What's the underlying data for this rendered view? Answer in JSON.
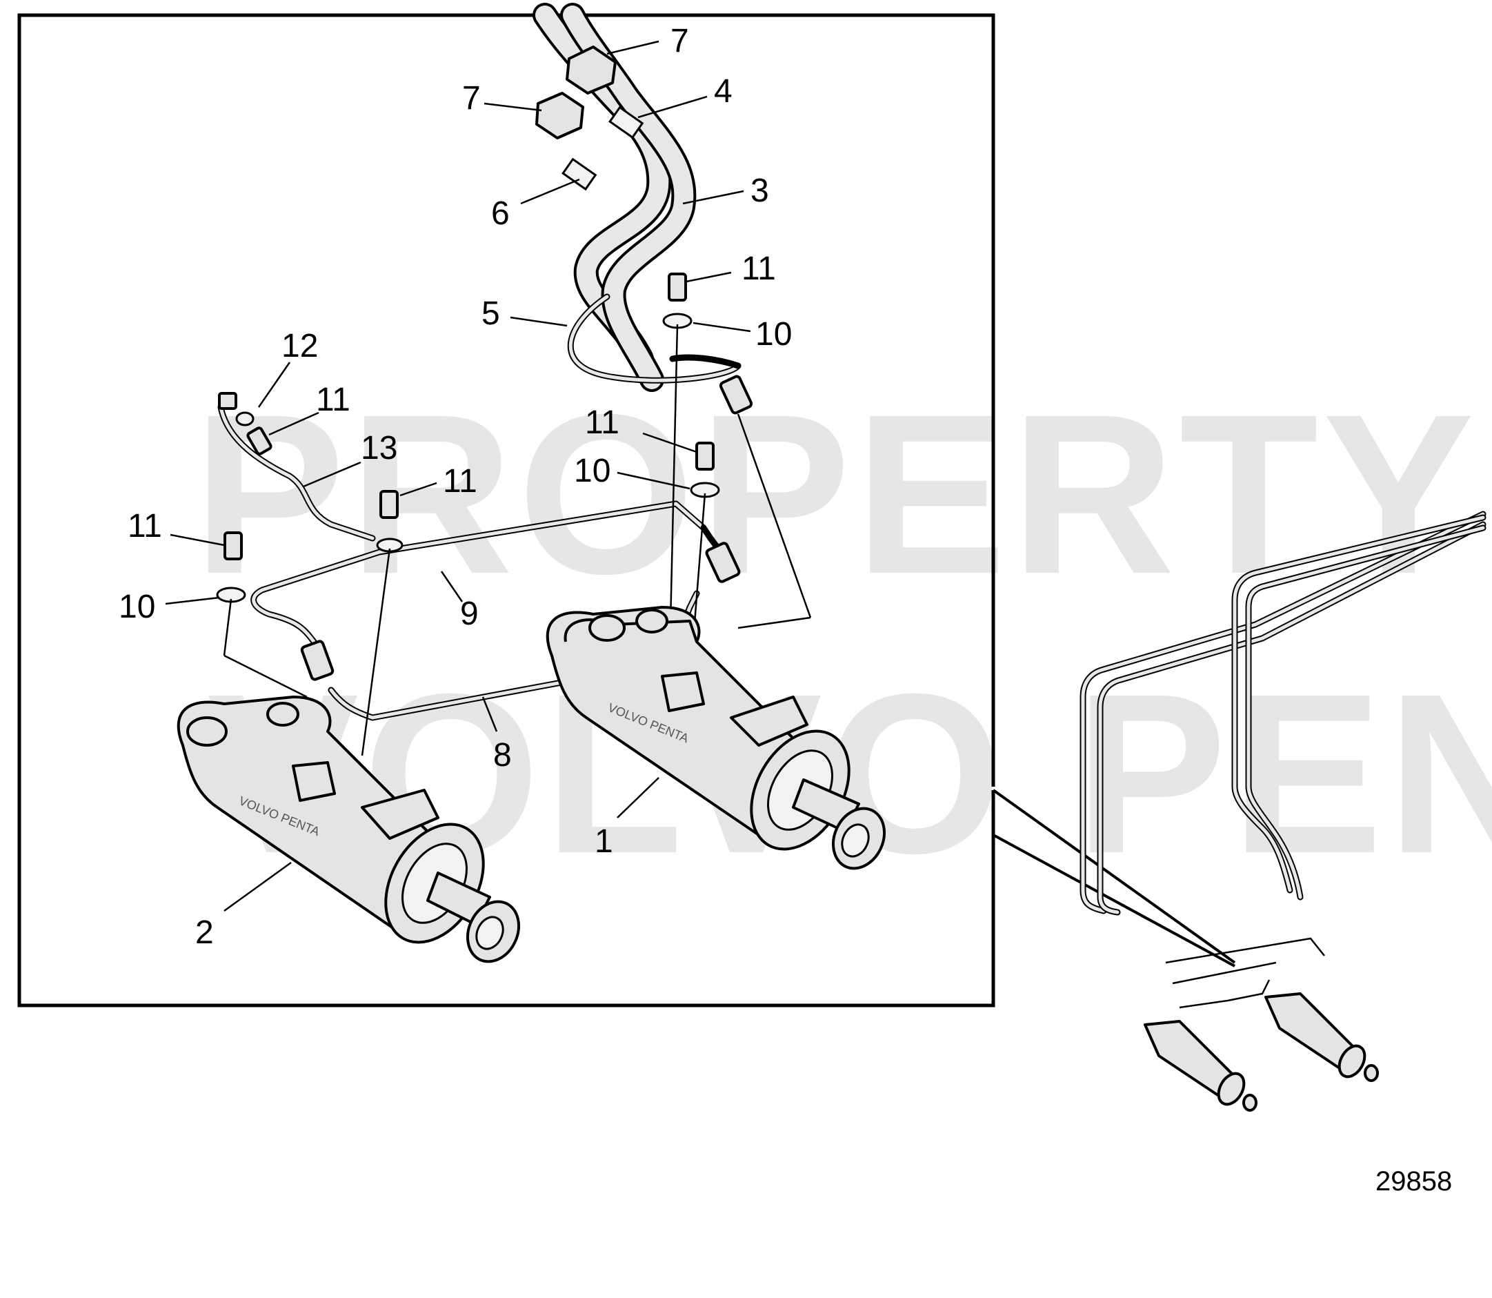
{
  "watermark": {
    "line1": "PROPERTY OF",
    "line2": "VOLVO PENTA"
  },
  "cylinder_branding": "VOLVO PENTA",
  "figure_number": "29858",
  "callouts": {
    "c1": "1",
    "c2": "2",
    "c3": "3",
    "c4": "4",
    "c5": "5",
    "c6": "6",
    "c7a": "7",
    "c7b": "7",
    "c8": "8",
    "c9": "9",
    "c10a": "10",
    "c10b": "10",
    "c10c": "10",
    "c11a": "11",
    "c11b": "11",
    "c11c": "11",
    "c11d": "11",
    "c11e": "11",
    "c12": "12",
    "c13": "13"
  }
}
